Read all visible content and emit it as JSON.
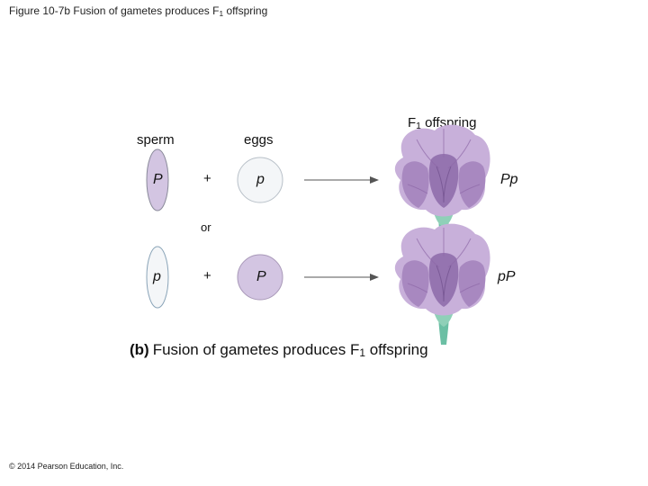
{
  "header": {
    "figure_title": "Figure 10-7b Fusion of gametes produces F",
    "figure_title_sub": "1",
    "figure_title_end": " offspring"
  },
  "labels": {
    "sperm": "sperm",
    "eggs": "eggs",
    "f1_prefix": "F",
    "f1_sub": "1",
    "f1_suffix": " offspring",
    "or": "or",
    "plus": "+"
  },
  "rows": [
    {
      "sperm_allele": "P",
      "egg_allele": "p",
      "offspring_genotype": "Pp"
    },
    {
      "sperm_allele": "p",
      "egg_allele": "P",
      "offspring_genotype": "pP"
    }
  ],
  "caption": {
    "panel": "(b)",
    "text": "Fusion of gametes produces F",
    "sub": "1",
    "text_end": " offspring"
  },
  "footer": {
    "credit": "© 2014 Pearson Education, Inc."
  },
  "colors": {
    "sperm_fill": "#d3c5e2",
    "egg_fill": "#f4f6f8",
    "flower_petal": "#b89ccc",
    "flower_dark": "#8e6aa8",
    "stem": "#6bbfa4",
    "arrow": "#555555"
  }
}
